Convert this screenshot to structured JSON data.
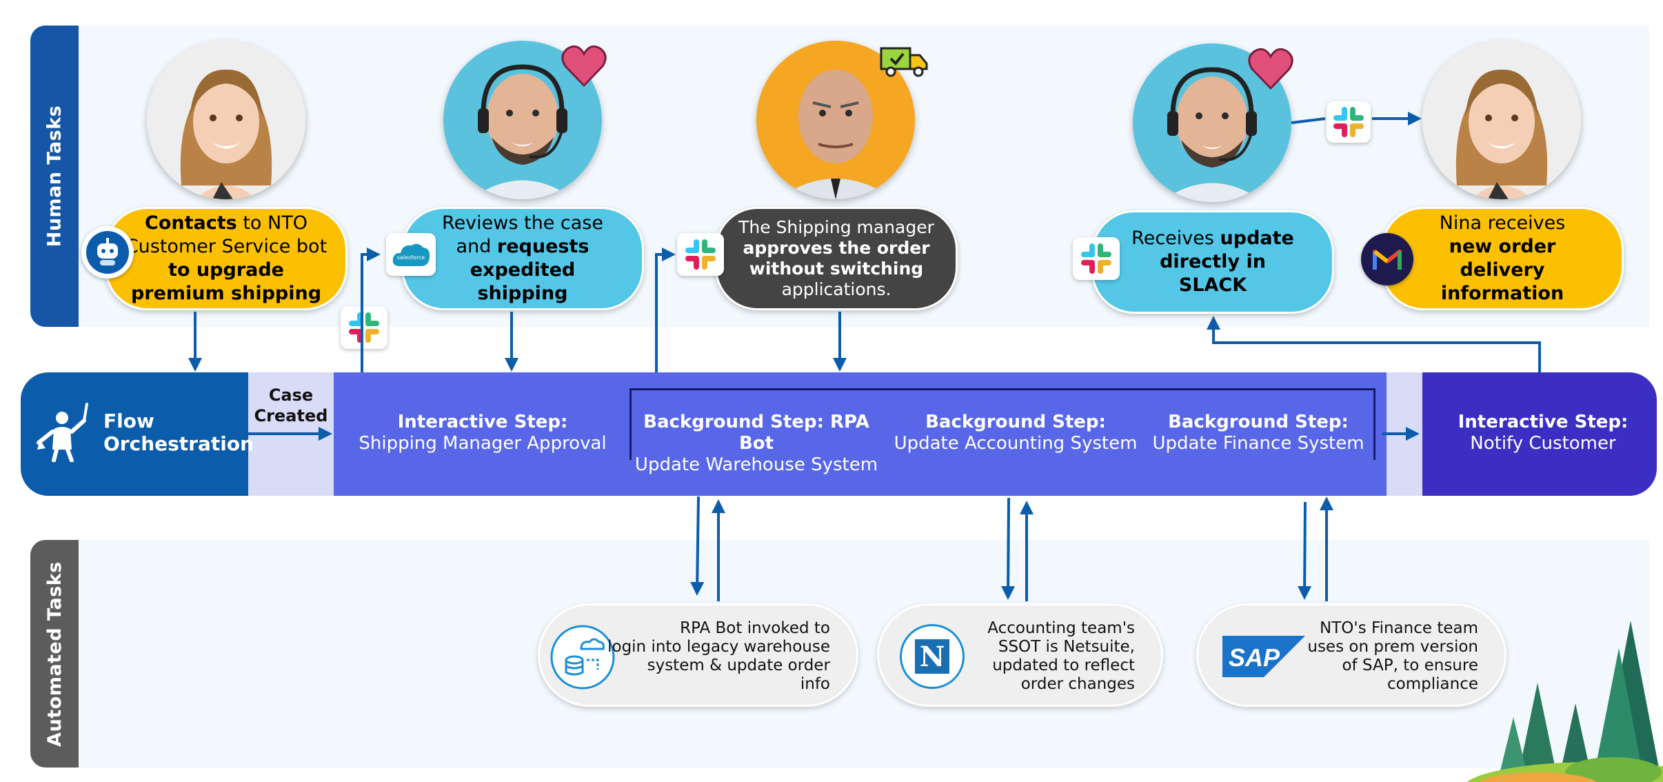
{
  "lanes": {
    "human": "Human Tasks",
    "automated": "Automated Tasks"
  },
  "human_steps": [
    {
      "parts": [
        {
          "t": "Contacts",
          "b": true
        },
        {
          "t": " to NTO Customer Service bot ",
          "b": false
        },
        {
          "t": "to upgrade premium shipping",
          "b": true
        }
      ]
    },
    {
      "parts": [
        {
          "t": "Reviews the case and ",
          "b": false
        },
        {
          "t": "requests expedited shipping",
          "b": true
        }
      ]
    },
    {
      "parts": [
        {
          "t": "The Shipping manager ",
          "b": false
        },
        {
          "t": "approves the order without switching",
          "b": true
        },
        {
          "t": " applications.",
          "b": false
        }
      ]
    },
    {
      "parts": [
        {
          "t": "Receives ",
          "b": false
        },
        {
          "t": "update directly in SLACK",
          "b": true
        }
      ]
    },
    {
      "parts": [
        {
          "t": "Nina receives ",
          "b": false
        },
        {
          "t": "new order delivery information",
          "b": true
        }
      ]
    }
  ],
  "orchestration": {
    "title_line1": "Flow",
    "title_line2": "Orchestration",
    "case_line1": "Case",
    "case_line2": "Created",
    "steps": [
      {
        "title": "Interactive Step:",
        "subtitle": "Shipping Manager Approval"
      },
      {
        "title": "Background Step: RPA Bot",
        "subtitle": "Update Warehouse System"
      },
      {
        "title": "Background Step:",
        "subtitle": "Update Accounting System"
      },
      {
        "title": "Background Step:",
        "subtitle": "Update Finance System"
      },
      {
        "title": "Interactive Step:",
        "subtitle": "Notify Customer"
      }
    ]
  },
  "automated_tasks": [
    {
      "icon": "rpa-database-icon",
      "lines": [
        "RPA Bot invoked to",
        "login into legacy warehouse",
        "system & update order",
        "info"
      ]
    },
    {
      "icon": "netsuite-logo",
      "logo_text": "N",
      "lines": [
        "Accounting team's",
        "SSOT is Netsuite,",
        "updated to reflect",
        "order changes"
      ]
    },
    {
      "icon": "sap-logo",
      "logo_text": "SAP",
      "lines": [
        "NTO's Finance team",
        "uses on prem version",
        "of SAP, to ensure",
        "compliance"
      ]
    }
  ],
  "salesforce_logo_text": "salesforce",
  "colors": {
    "lane_tab_human": "#1557a6",
    "lane_tab_automated": "#5c5c5c",
    "band_dark": "#0b5cab",
    "band_light": "#d8dcf7",
    "band_indigo": "#5867e8",
    "band_deep": "#3a2fc2",
    "pill_yellow": "#fcc003",
    "pill_cyan": "#55c7e6",
    "pill_dark": "#444444",
    "arrow": "#0b5cab"
  }
}
